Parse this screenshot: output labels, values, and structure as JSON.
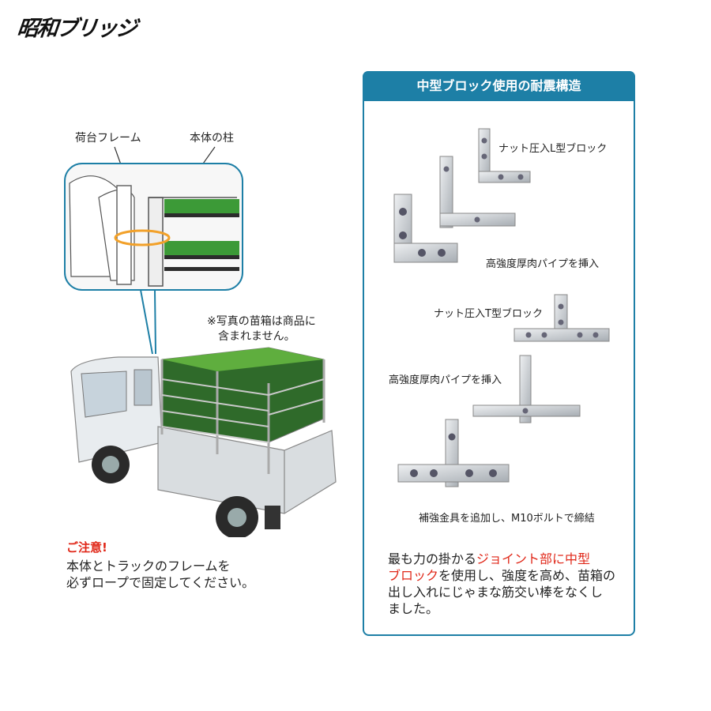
{
  "brand": {
    "logo": "昭和ブリッジ"
  },
  "left": {
    "callouts": {
      "frame": "荷台フレーム",
      "pillar": "本体の柱"
    },
    "photo_note": [
      "※写真の苗箱は商品に",
      "含まれません。"
    ],
    "caution": {
      "title": "ご注意!",
      "lines": [
        "本体とトラックのフレームを",
        "必ずロープで固定してください。"
      ]
    }
  },
  "panel": {
    "title": "中型ブロック使用の耐震構造",
    "parts": {
      "l_block": "ナット圧入L型ブロック",
      "pipe_1": "高強度厚肉パイプを挿入",
      "t_block": "ナット圧入T型ブロック",
      "pipe_2": "高強度厚肉パイプを挿入",
      "reinforce": "補強金具を追加し、M10ボルトで締結"
    },
    "description": {
      "l1_pre": "最も力の掛かる",
      "l1_hl": "ジョイント部に中型",
      "l2_hl": "ブロック",
      "l2_post": "を使用し、強度を高め、苗箱の",
      "l3": "出し入れにじゃまな筋交い棒をなくし",
      "l4": "ました。"
    }
  },
  "colors": {
    "accent_blue": "#1d7fa6",
    "warning_red": "#e02718",
    "rope_orange": "#f2a12a"
  }
}
